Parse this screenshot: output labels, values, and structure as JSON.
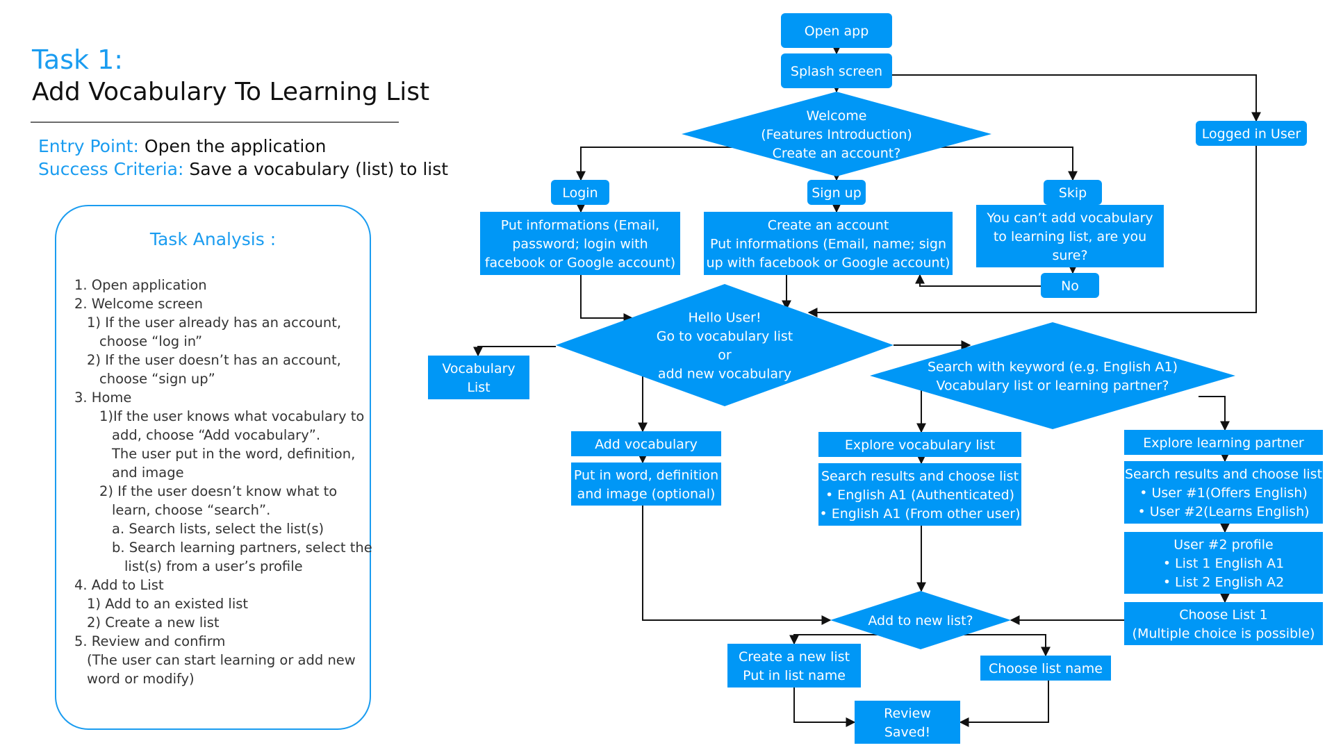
{
  "header": {
    "task_number": "Task 1:",
    "title": "Add Vocabulary To Learning List",
    "entry_label": "Entry Point:",
    "entry_value": "Open the application",
    "success_label": "Success Criteria:",
    "success_value": "Save a vocabulary (list) to list"
  },
  "analysis": {
    "title": "Task Analysis :",
    "lines": [
      "1. Open application",
      "2. Welcome screen",
      "1) If the user already has an account,",
      "choose “log in”",
      "2) If the user doesn’t has an account,",
      "choose “sign up”",
      "3. Home",
      "1)If the user knows what vocabulary to",
      "add, choose “Add vocabulary”.",
      "The user put in the word, definition,",
      "and image",
      "2) If the user doesn’t know what to",
      "learn, choose “search”.",
      "a. Search lists, select the list(s)",
      "b. Search learning partners, select the",
      "list(s) from a user’s profile",
      "4. Add to List",
      "1) Add to an existed list",
      "2) Create a new list",
      "5. Review and confirm",
      "(The user can start learning or add new",
      "word or modify)"
    ]
  },
  "flow": {
    "colors": {
      "node": "#0097f6",
      "arrow": "#111111",
      "text": "#ffffff",
      "accent": "#1a9cf0"
    },
    "nodes": {
      "open_app": [
        "Open app"
      ],
      "splash": [
        "Splash screen"
      ],
      "welcome": [
        "Welcome",
        "(Features Introduction)",
        "Create an account?"
      ],
      "logged_in": [
        "Logged in User"
      ],
      "login": [
        "Login"
      ],
      "signup": [
        "Sign up"
      ],
      "skip": [
        "Skip"
      ],
      "login_info": [
        "Put informations (Email,",
        "password; login with",
        "facebook or Google account)"
      ],
      "signup_info": [
        "Create an account",
        "Put informations (Email, name; sign",
        "up with facebook or Google account)"
      ],
      "skip_warn": [
        "You can’t add vocabulary",
        "to learning list, are you",
        "sure?"
      ],
      "no": [
        "No"
      ],
      "hello": [
        "Hello User!",
        "Go to vocabulary list",
        "or",
        "add new vocabulary"
      ],
      "vocab_list": [
        "Vocabulary",
        "List"
      ],
      "search": [
        "Search with keyword (e.g. English A1)",
        "Vocabulary list or learning partner?"
      ],
      "add_vocab": [
        "Add vocabulary"
      ],
      "put_word": [
        "Put in word, definition",
        "and image (optional)"
      ],
      "explore_list": [
        "Explore vocabulary list"
      ],
      "search_results_list": [
        "Search results and choose list",
        "• English A1 (Authenticated)",
        "• English A1 (From other user)"
      ],
      "explore_partner": [
        "Explore learning partner"
      ],
      "search_results_partner": [
        "Search results and choose list",
        "• User #1(Offers English)",
        "• User #2(Learns English)"
      ],
      "user2_profile": [
        "User #2 profile",
        "• List 1 English A1",
        "• List 2 English A2"
      ],
      "choose_list1": [
        "Choose List 1",
        "(Multiple choice is possible)"
      ],
      "add_new_list": [
        "Add to new list?"
      ],
      "create_new_list": [
        "Create a new list",
        "Put in list name"
      ],
      "choose_list_name": [
        "Choose list name"
      ],
      "review": [
        "Review",
        "Saved!"
      ]
    }
  }
}
